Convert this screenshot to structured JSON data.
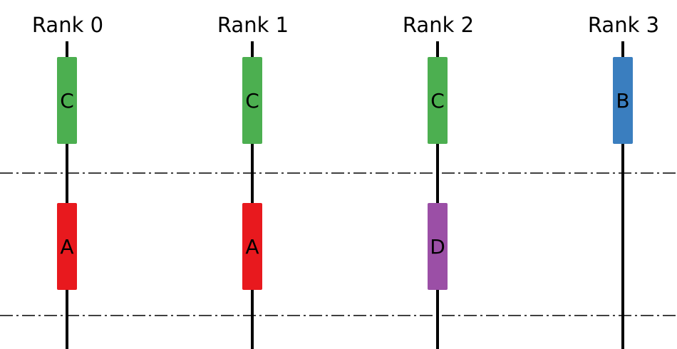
{
  "ranks": [
    {
      "label": "Rank 0",
      "tasks": [
        {
          "label": "C",
          "color": "#4caf50",
          "phase": 0
        },
        {
          "label": "A",
          "color": "#e8191e",
          "phase": 1
        }
      ]
    },
    {
      "label": "Rank 1",
      "tasks": [
        {
          "label": "C",
          "color": "#4caf50",
          "phase": 0
        },
        {
          "label": "A",
          "color": "#e8191e",
          "phase": 1
        }
      ]
    },
    {
      "label": "Rank 2",
      "tasks": [
        {
          "label": "C",
          "color": "#4caf50",
          "phase": 0
        },
        {
          "label": "D",
          "color": "#9b4fa6",
          "phase": 1
        }
      ]
    },
    {
      "label": "Rank 3",
      "tasks": [
        {
          "label": "B",
          "color": "#3a7ebf",
          "phase": 0
        }
      ]
    }
  ],
  "colors": {
    "line": "#000000",
    "background": "#ffffff"
  }
}
